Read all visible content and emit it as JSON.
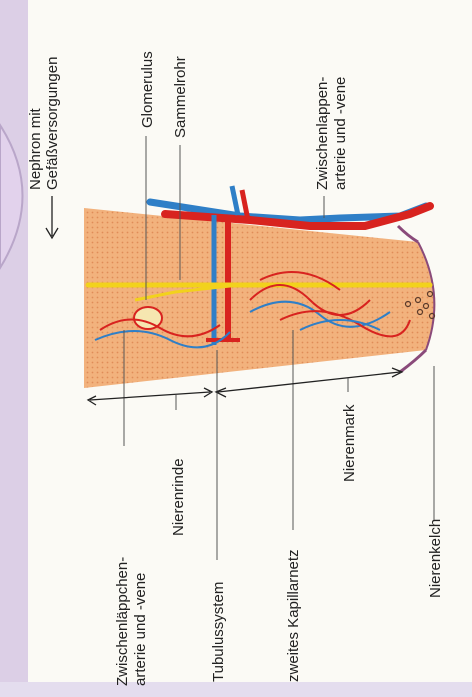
{
  "labels": {
    "nephron_line1": "Nephron mit",
    "nephron_line2": "Gefäßversorgungen",
    "glomerulus": "Glomerulus",
    "sammelrohr": "Sammelrohr",
    "zwischenlappen_line1": "Zwischenlappen-",
    "zwischenlappen_line2": "arterie und -vene",
    "zwischenlaeppchen_line1": "Zwischenläppchen-",
    "zwischenlaeppchen_line2": "arterie und -vene",
    "nierenrinde": "Nierenrinde",
    "tubulussystem": "Tubulussystem",
    "zweites_kapillarnetz": "zweites Kapillarnetz",
    "nierenmark": "Nierenmark",
    "nierenkelch": "Nierenkelch"
  },
  "colors": {
    "tissue": "#f2b27d",
    "artery": "#d8231f",
    "vein": "#2f7fc7",
    "tubule": "#f2d21c",
    "calyx": "#8a4a7a",
    "background": "#dccfe6"
  }
}
